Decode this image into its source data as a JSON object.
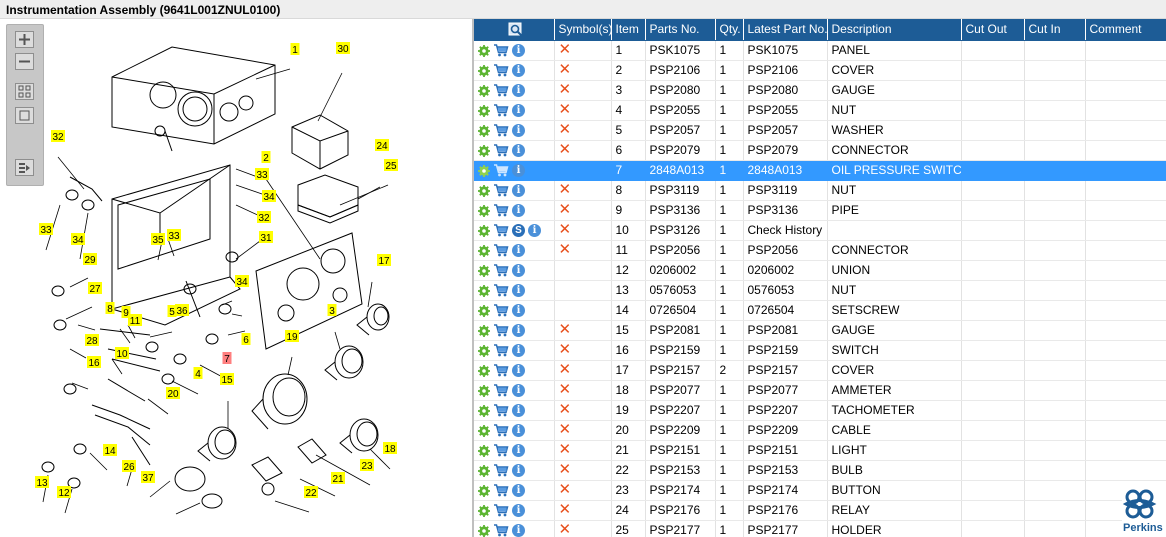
{
  "title": "Instrumentation Assembly (9641L001ZNUL0100)",
  "colors": {
    "header": "#1d5c96",
    "selected_row": "#3399ff",
    "callout": "#ffff00",
    "callout_selected": "#ff7f7f",
    "x_mark": "#e8501d"
  },
  "toolbar": {
    "zoom_in_icon": "zoom-in-icon",
    "zoom_out_icon": "zoom-out-icon",
    "fit_icon": "fit-window-icon",
    "actual_size_icon": "actual-size-icon",
    "export_icon": "export-icon"
  },
  "table": {
    "columns": [
      "",
      "Symbol(s)",
      "Item",
      "Parts No.",
      "Qty.",
      "Latest Part No.",
      "Description",
      "Cut Out",
      "Cut In",
      "Comment"
    ],
    "selected_item": "7",
    "rows": [
      {
        "item": "1",
        "part": "PSK1075",
        "qty": "1",
        "latest": "PSK1075",
        "desc": "PANEL",
        "x": true
      },
      {
        "item": "2",
        "part": "PSP2106",
        "qty": "1",
        "latest": "PSP2106",
        "desc": "COVER",
        "x": true
      },
      {
        "item": "3",
        "part": "PSP2080",
        "qty": "1",
        "latest": "PSP2080",
        "desc": "GAUGE",
        "x": true
      },
      {
        "item": "4",
        "part": "PSP2055",
        "qty": "1",
        "latest": "PSP2055",
        "desc": "NUT",
        "x": true
      },
      {
        "item": "5",
        "part": "PSP2057",
        "qty": "1",
        "latest": "PSP2057",
        "desc": "WASHER",
        "x": true
      },
      {
        "item": "6",
        "part": "PSP2079",
        "qty": "1",
        "latest": "PSP2079",
        "desc": "CONNECTOR",
        "x": true
      },
      {
        "item": "7",
        "part": "2848A013",
        "qty": "1",
        "latest": "2848A013",
        "desc": "OIL PRESSURE SWITCH",
        "x": false
      },
      {
        "item": "8",
        "part": "PSP3119",
        "qty": "1",
        "latest": "PSP3119",
        "desc": "NUT",
        "x": true
      },
      {
        "item": "9",
        "part": "PSP3136",
        "qty": "1",
        "latest": "PSP3136",
        "desc": "PIPE",
        "x": true
      },
      {
        "item": "10",
        "part": "PSP3126",
        "qty": "1",
        "latest": "Check History",
        "desc": "",
        "x": true,
        "s": true
      },
      {
        "item": "11",
        "part": "PSP2056",
        "qty": "1",
        "latest": "PSP2056",
        "desc": "CONNECTOR",
        "x": true
      },
      {
        "item": "12",
        "part": "0206002",
        "qty": "1",
        "latest": "0206002",
        "desc": "UNION",
        "x": false
      },
      {
        "item": "13",
        "part": "0576053",
        "qty": "1",
        "latest": "0576053",
        "desc": "NUT",
        "x": false
      },
      {
        "item": "14",
        "part": "0726504",
        "qty": "1",
        "latest": "0726504",
        "desc": "SETSCREW",
        "x": false
      },
      {
        "item": "15",
        "part": "PSP2081",
        "qty": "1",
        "latest": "PSP2081",
        "desc": "GAUGE",
        "x": true
      },
      {
        "item": "16",
        "part": "PSP2159",
        "qty": "1",
        "latest": "PSP2159",
        "desc": "SWITCH",
        "x": true
      },
      {
        "item": "17",
        "part": "PSP2157",
        "qty": "2",
        "latest": "PSP2157",
        "desc": "COVER",
        "x": true
      },
      {
        "item": "18",
        "part": "PSP2077",
        "qty": "1",
        "latest": "PSP2077",
        "desc": "AMMETER",
        "x": true
      },
      {
        "item": "19",
        "part": "PSP2207",
        "qty": "1",
        "latest": "PSP2207",
        "desc": "TACHOMETER",
        "x": true
      },
      {
        "item": "20",
        "part": "PSP2209",
        "qty": "1",
        "latest": "PSP2209",
        "desc": "CABLE",
        "x": true
      },
      {
        "item": "21",
        "part": "PSP2151",
        "qty": "1",
        "latest": "PSP2151",
        "desc": "LIGHT",
        "x": true
      },
      {
        "item": "22",
        "part": "PSP2153",
        "qty": "1",
        "latest": "PSP2153",
        "desc": "BULB",
        "x": true
      },
      {
        "item": "23",
        "part": "PSP2174",
        "qty": "1",
        "latest": "PSP2174",
        "desc": "BUTTON",
        "x": true
      },
      {
        "item": "24",
        "part": "PSP2176",
        "qty": "1",
        "latest": "PSP2176",
        "desc": "RELAY",
        "x": true
      },
      {
        "item": "25",
        "part": "PSP2177",
        "qty": "1",
        "latest": "PSP2177",
        "desc": "HOLDER",
        "x": true
      }
    ]
  },
  "callouts": [
    "1",
    "2",
    "3",
    "4",
    "5",
    "6",
    "7",
    "8",
    "9",
    "10",
    "11",
    "12",
    "13",
    "14",
    "15",
    "16",
    "17",
    "18",
    "19",
    "20",
    "21",
    "22",
    "23",
    "24",
    "25",
    "26",
    "27",
    "28",
    "29",
    "30",
    "31",
    "32",
    "32",
    "33",
    "33",
    "33",
    "34",
    "34",
    "34",
    "35",
    "36",
    "37"
  ],
  "brand": "Perkins"
}
